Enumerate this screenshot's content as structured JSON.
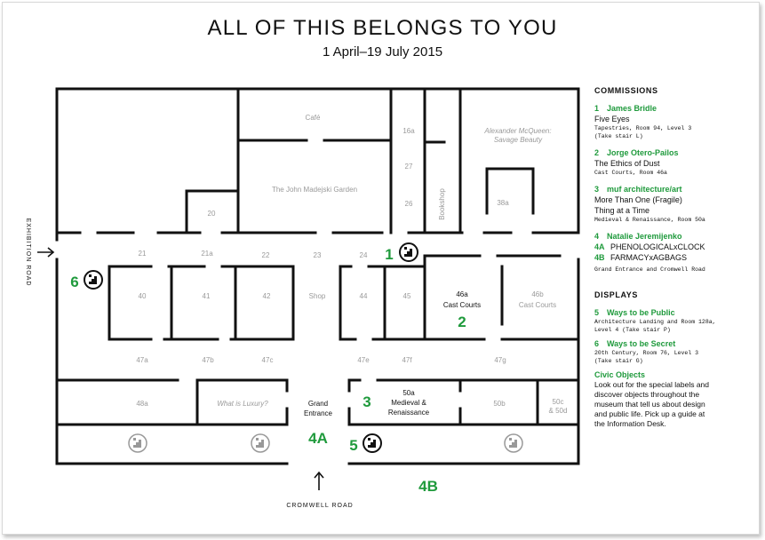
{
  "header": {
    "title": "ALL OF THIS BELONGS TO YOU",
    "dates": "1 April–19 July 2015"
  },
  "map": {
    "rooms": {
      "cafe": "Café",
      "garden": "The John Madejski Garden",
      "r16a": "16a",
      "r27": "27",
      "r26": "26",
      "bookshop": "Bookshop",
      "mcqueen1": "Alexander McQueen:",
      "mcqueen2": "Savage Beauty",
      "r38a": "38a",
      "r20": "20",
      "r21": "21",
      "r21a": "21a",
      "r22": "22",
      "r23": "23",
      "r24": "24",
      "r40": "40",
      "r41": "41",
      "r42": "42",
      "shop": "Shop",
      "r44": "44",
      "r45": "45",
      "r46a_1": "46a",
      "r46a_2": "Cast Courts",
      "r46b_1": "46b",
      "r46b_2": "Cast Courts",
      "r47a": "47a",
      "r47b": "47b",
      "r47c": "47c",
      "r47e": "47e",
      "r47f": "47f",
      "r47g": "47g",
      "r48a": "48a",
      "luxury": "What is Luxury?",
      "grand1": "Grand",
      "grand2": "Entrance",
      "r50a_1": "50a",
      "r50a_2": "Medieval &",
      "r50a_3": "Renaissance",
      "r50b": "50b",
      "r50c_1": "50c",
      "r50c_2": "& 50d"
    },
    "markers": {
      "m1": "1",
      "m2": "2",
      "m3": "3",
      "m4a": "4A",
      "m4b": "4B",
      "m5": "5",
      "m6": "6"
    },
    "roads": {
      "west": "EXHIBITION ROAD",
      "south": "CROMWELL ROAD"
    },
    "colors": {
      "accent": "#1f9a3c",
      "walls": "#111111",
      "room_label": "#9a9a9a"
    }
  },
  "legend": {
    "commissions_heading": "COMMISSIONS",
    "commissions": [
      {
        "num": "1",
        "name": "James Bridle",
        "title": "Five Eyes",
        "loc1": "Tapestries, Room 94, Level 3",
        "loc2": "(Take stair L)"
      },
      {
        "num": "2",
        "name": "Jorge Otero-Pailos",
        "title": "The Ethics of Dust",
        "loc1": "Cast Courts, Room 46a",
        "loc2": ""
      },
      {
        "num": "3",
        "name": "muf architecture/art",
        "title": "More Than One (Fragile)",
        "title2": "Thing at a Time",
        "loc1": "Medieval & Renaissance, Room 50a",
        "loc2": ""
      }
    ],
    "c4": {
      "num": "4",
      "name": "Natalie Jeremijenko",
      "a_num": "4A",
      "a_title": "PHENOLOGICALxCLOCK",
      "b_num": "4B",
      "b_title": "FARMACYxAGBAGS",
      "loc": "Grand Entrance and Cromwell Road"
    },
    "displays_heading": "DISPLAYS",
    "displays": [
      {
        "num": "5",
        "name": "Ways to be Public",
        "loc1": "Architecture Landing and Room 128a,",
        "loc2": "Level 4 (Take stair P)"
      },
      {
        "num": "6",
        "name": "Ways to be Secret",
        "loc1": "20th Century, Room 76, Level 3",
        "loc2": "(Take stair G)"
      }
    ],
    "civic": {
      "heading": "Civic Objects",
      "lines": [
        "Look out for the special labels and",
        "discover objects throughout the",
        "museum that tell us about design",
        "and public life. Pick up a guide at",
        "the Information Desk."
      ]
    }
  }
}
